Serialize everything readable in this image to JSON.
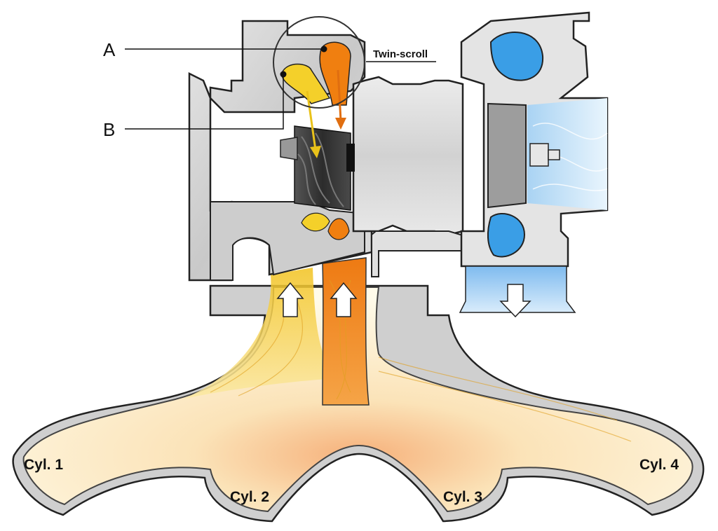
{
  "labels": {
    "a": "A",
    "b": "B",
    "twin_scroll": "Twin-scroll"
  },
  "cylinders": {
    "cyl1": "Cyl. 1",
    "cyl2": "Cyl. 2",
    "cyl3": "Cyl. 3",
    "cyl4": "Cyl. 4"
  },
  "colors": {
    "housing": "#d3d3d3",
    "outline": "#222222",
    "scroll_a": "#f07f10",
    "scroll_b": "#f4d02a",
    "compressor": "#3a9ee6",
    "intake_air": "#bfe0f7"
  }
}
